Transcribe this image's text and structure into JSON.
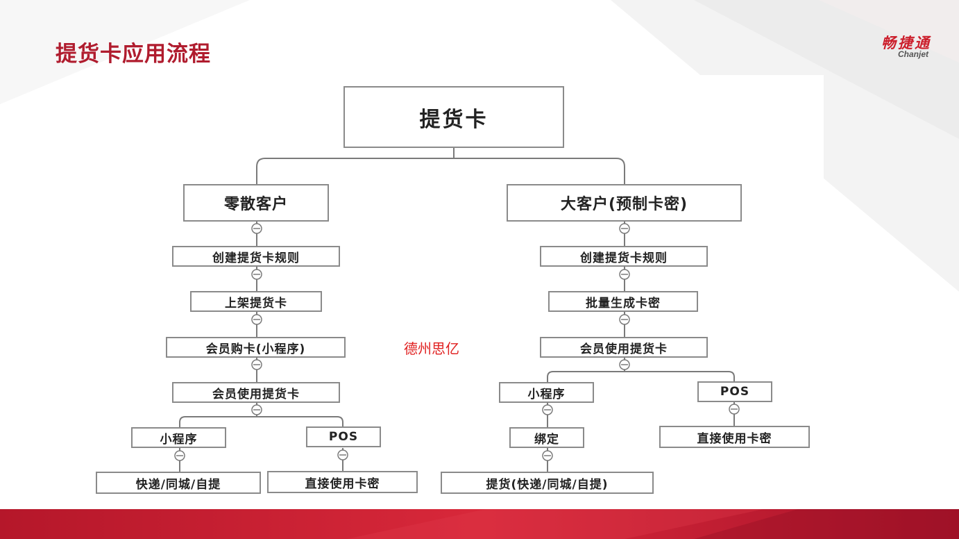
{
  "slide": {
    "title": "提货卡应用流程",
    "watermark": "德州思亿"
  },
  "logo": {
    "name_cn": "畅捷通",
    "name_en": "Chanjet"
  },
  "colors": {
    "title_red": "#b01c2e",
    "logo_red": "#cc1f2c",
    "footer_red": "#c41e2a",
    "node_border": "#8a8a8a",
    "connector": "#7a7a7a",
    "watermark_red": "#e02020"
  },
  "diagram": {
    "root": "提货卡",
    "retail": {
      "label": "零散客户",
      "steps": [
        "创建提货卡规则",
        "上架提货卡",
        "会员购卡(小程序)",
        "会员使用提货卡"
      ],
      "miniapp": "小程序",
      "miniapp_result": "快递/同城/自提",
      "pos": "POS",
      "pos_result": "直接使用卡密"
    },
    "enterprise": {
      "label": "大客户(预制卡密)",
      "steps": [
        "创建提货卡规则",
        "批量生成卡密",
        "会员使用提货卡"
      ],
      "miniapp": "小程序",
      "bind": "绑定",
      "miniapp_result": "提货(快递/同城/自提)",
      "pos": "POS",
      "pos_result": "直接使用卡密"
    }
  }
}
